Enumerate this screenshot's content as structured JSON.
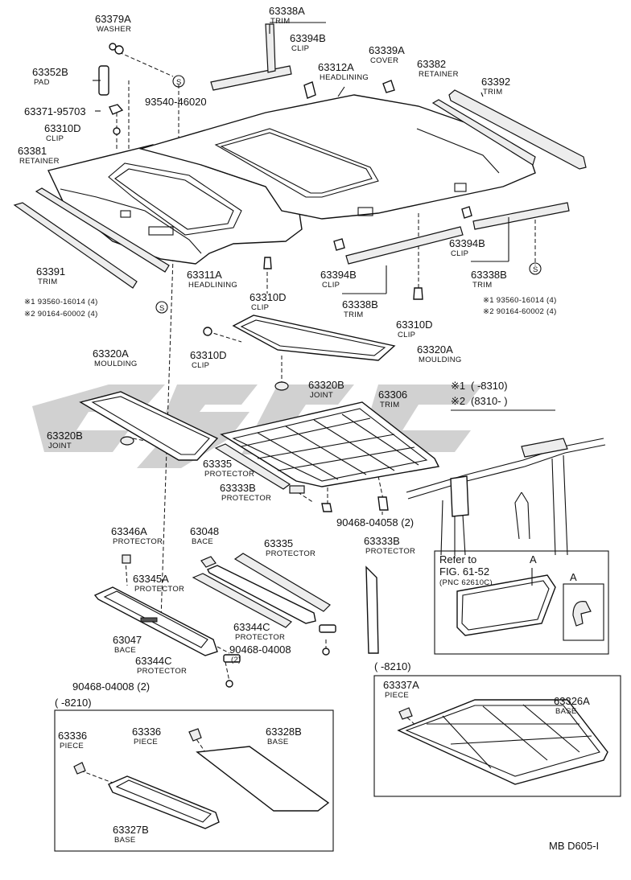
{
  "diagram_id": "MB  D605-I",
  "legend": {
    "row1_mark": "※1",
    "row1_range": "(        -8310)",
    "row2_mark": "※2",
    "row2_range": "(8310-        )"
  },
  "parts": [
    {
      "key": "p63379A",
      "number": "63379A",
      "name": "WASHER"
    },
    {
      "key": "p63338A",
      "number": "63338A",
      "name": "TRIM"
    },
    {
      "key": "p63394B_top",
      "number": "63394B",
      "name": "CLIP"
    },
    {
      "key": "p63339A",
      "number": "63339A",
      "name": "COVER"
    },
    {
      "key": "p63312A",
      "number": "63312A",
      "name": "HEADLINING"
    },
    {
      "key": "p63382",
      "number": "63382",
      "name": "RETAINER"
    },
    {
      "key": "p63392",
      "number": "63392",
      "name": "TRIM"
    },
    {
      "key": "p63352B",
      "number": "63352B",
      "name": "PAD"
    },
    {
      "key": "p93540",
      "number": "93540-46020",
      "name": ""
    },
    {
      "key": "p63371",
      "number": "63371-95703",
      "name": ""
    },
    {
      "key": "p63310D_a",
      "number": "63310D",
      "name": "CLIP"
    },
    {
      "key": "p63381",
      "number": "63381",
      "name": "RETAINER"
    },
    {
      "key": "p63391",
      "number": "63391",
      "name": "TRIM"
    },
    {
      "key": "p63311A",
      "number": "63311A",
      "name": "HEADLINING"
    },
    {
      "key": "p63310D_b",
      "number": "63310D",
      "name": "CLIP"
    },
    {
      "key": "p63394B_mid",
      "number": "63394B",
      "name": "CLIP"
    },
    {
      "key": "p63338B_mid",
      "number": "63338B",
      "name": "TRIM"
    },
    {
      "key": "p63394B_right",
      "number": "63394B",
      "name": "CLIP"
    },
    {
      "key": "p63338B_right",
      "number": "63338B",
      "name": "TRIM"
    },
    {
      "key": "p63310D_c",
      "number": "63310D",
      "name": "CLIP"
    },
    {
      "key": "p63310D_d",
      "number": "63310D",
      "name": "CLIP"
    },
    {
      "key": "p63320A_left",
      "number": "63320A",
      "name": "MOULDING"
    },
    {
      "key": "p63320A_right",
      "number": "63320A",
      "name": "MOULDING"
    },
    {
      "key": "p63320B_mid",
      "number": "63320B",
      "name": "JOINT"
    },
    {
      "key": "p63320B_left",
      "number": "63320B",
      "name": "JOINT"
    },
    {
      "key": "p63306",
      "number": "63306",
      "name": "TRIM"
    },
    {
      "key": "p63335_a",
      "number": "63335",
      "name": "PROTECTOR"
    },
    {
      "key": "p63333B_a",
      "number": "63333B",
      "name": "PROTECTOR"
    },
    {
      "key": "p90468_a",
      "number": "90468-04058 (2)",
      "name": ""
    },
    {
      "key": "p63333B_b",
      "number": "63333B",
      "name": "PROTECTOR"
    },
    {
      "key": "p63346A",
      "number": "63346A",
      "name": "PROTECTOR"
    },
    {
      "key": "p63048",
      "number": "63048",
      "name": "BACE"
    },
    {
      "key": "p63335_b",
      "number": "63335",
      "name": "PROTECTOR"
    },
    {
      "key": "p63345A",
      "number": "63345A",
      "name": "PROTECTOR"
    },
    {
      "key": "p63344C_a",
      "number": "63344C",
      "name": "PROTECTOR"
    },
    {
      "key": "p63047",
      "number": "63047",
      "name": "BACE"
    },
    {
      "key": "p90468_b",
      "number": "90468-04008",
      "name": "(2)"
    },
    {
      "key": "p63344C_b",
      "number": "63344C",
      "name": "PROTECTOR"
    },
    {
      "key": "p90468_c",
      "number": "90468-04008 (2)",
      "name": ""
    },
    {
      "key": "p63337A",
      "number": "63337A",
      "name": "PIECE"
    },
    {
      "key": "p63326A",
      "number": "63326A",
      "name": "BASE"
    },
    {
      "key": "p63336_a",
      "number": "63336",
      "name": "PIECE"
    },
    {
      "key": "p63336_b",
      "number": "63336",
      "name": "PIECE"
    },
    {
      "key": "p63328B",
      "number": "63328B",
      "name": "BASE"
    },
    {
      "key": "p63327B",
      "number": "63327B",
      "name": "BASE"
    }
  ],
  "screw_notes_left": {
    "l1": "※1 93560-16014 (4)",
    "l2": "※2 90164-60002 (4)"
  },
  "screw_notes_right": {
    "l1": "※1  93560-16014 (4)",
    "l2": "※2  90164-60002 (4)"
  },
  "screw_mark": "S",
  "refer_box": {
    "line1": "Refer to",
    "line2": "FIG. 61-52",
    "line3": "(PNC 62610C)",
    "detail_label": "A"
  },
  "inset_right": {
    "range": "(        -8210)"
  },
  "inset_left": {
    "range": "(        -8210)"
  }
}
